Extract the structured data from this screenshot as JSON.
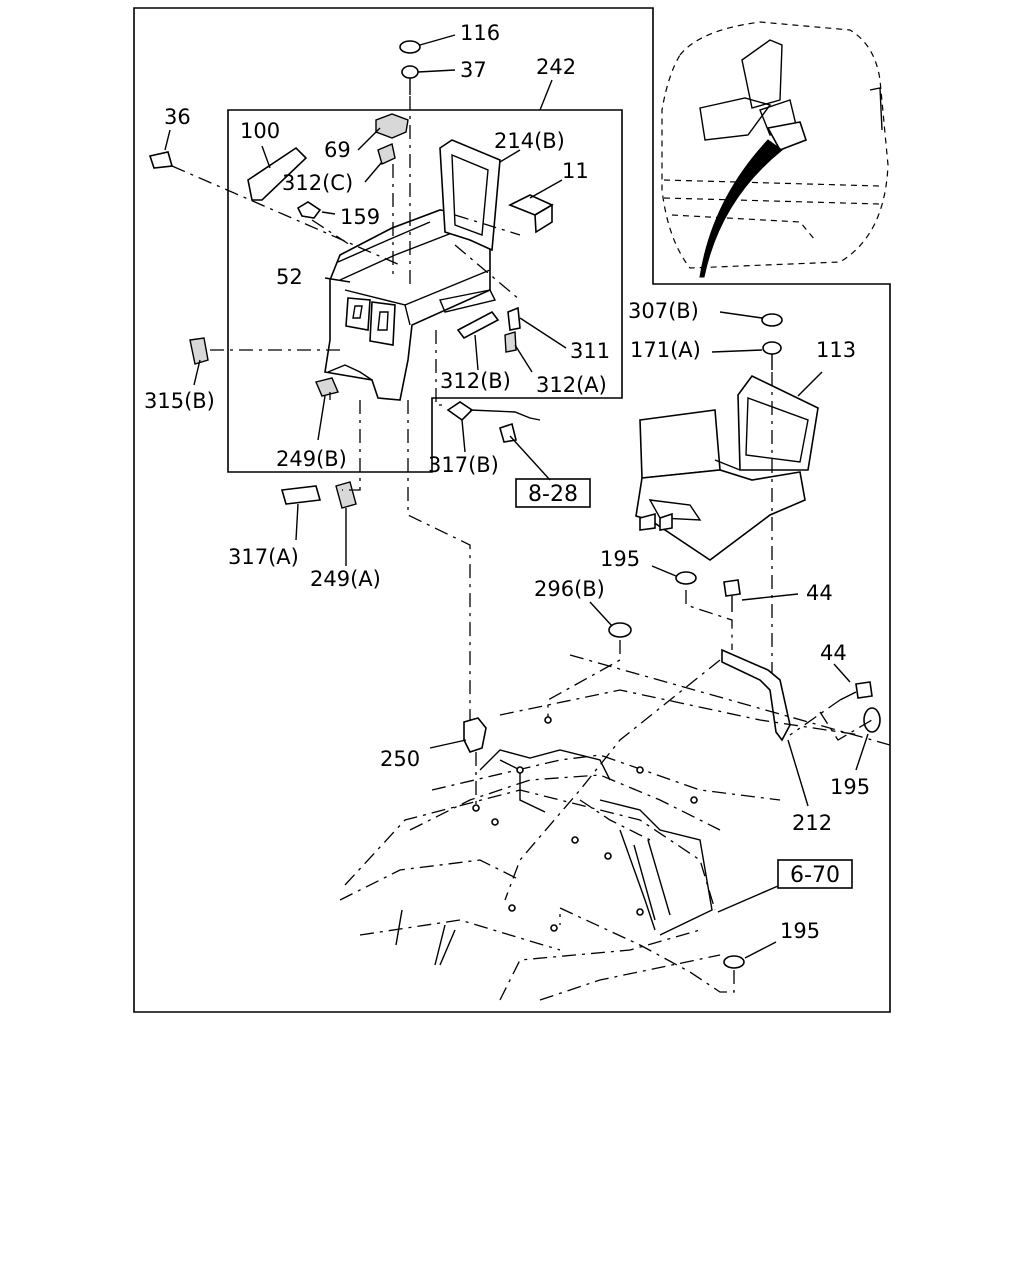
{
  "diagram": {
    "callouts": [
      {
        "id": "c116",
        "text": "116"
      },
      {
        "id": "c37",
        "text": "37"
      },
      {
        "id": "c242",
        "text": "242"
      },
      {
        "id": "c36",
        "text": "36"
      },
      {
        "id": "c100",
        "text": "100"
      },
      {
        "id": "c69",
        "text": "69"
      },
      {
        "id": "c214b",
        "text": "214(B)"
      },
      {
        "id": "c11",
        "text": "11"
      },
      {
        "id": "c312c",
        "text": "312(C)"
      },
      {
        "id": "c159",
        "text": "159"
      },
      {
        "id": "c52",
        "text": "52"
      },
      {
        "id": "c307b",
        "text": "307(B)"
      },
      {
        "id": "c171a",
        "text": "171(A)"
      },
      {
        "id": "c113",
        "text": "113"
      },
      {
        "id": "c311",
        "text": "311"
      },
      {
        "id": "c312b",
        "text": "312(B)"
      },
      {
        "id": "c312a",
        "text": "312(A)"
      },
      {
        "id": "c315b",
        "text": "315(B)"
      },
      {
        "id": "c249b",
        "text": "249(B)"
      },
      {
        "id": "c317b",
        "text": "317(B)"
      },
      {
        "id": "c317a",
        "text": "317(A)"
      },
      {
        "id": "c249a",
        "text": "249(A)"
      },
      {
        "id": "c195a",
        "text": "195"
      },
      {
        "id": "c44a",
        "text": "44"
      },
      {
        "id": "c296b",
        "text": "296(B)"
      },
      {
        "id": "c44b",
        "text": "44"
      },
      {
        "id": "c250",
        "text": "250"
      },
      {
        "id": "c195b",
        "text": "195"
      },
      {
        "id": "c212",
        "text": "212"
      },
      {
        "id": "c195c",
        "text": "195"
      }
    ],
    "references": [
      {
        "id": "r828",
        "text": "8-28"
      },
      {
        "id": "r670",
        "text": "6-70"
      }
    ]
  }
}
